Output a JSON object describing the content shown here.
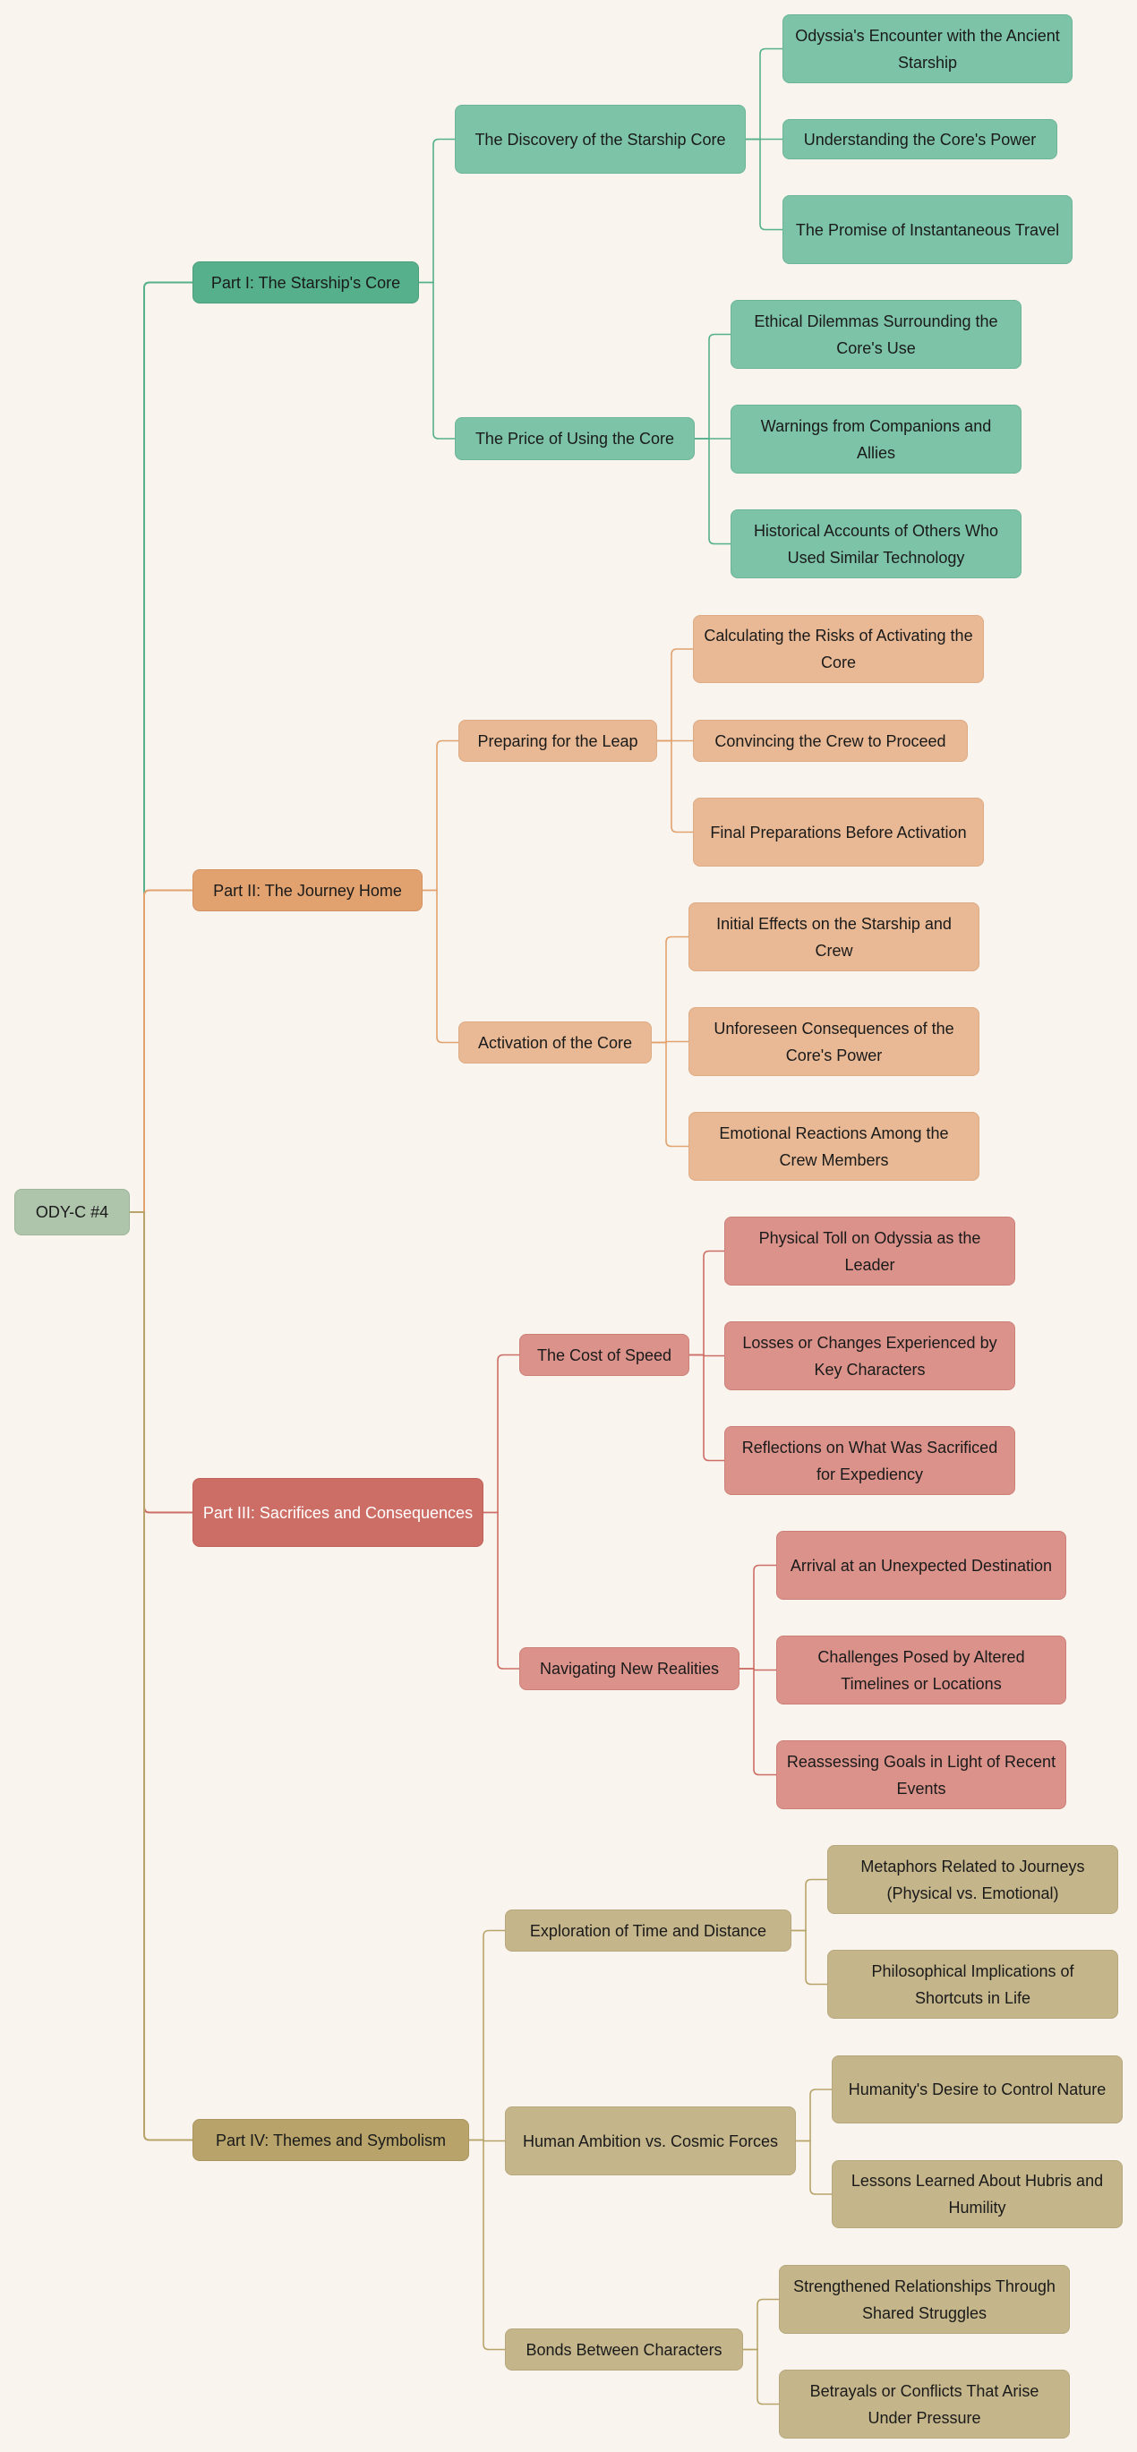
{
  "root": "ODY-C #4",
  "colors": {
    "green": "#55b08b",
    "orange": "#e1a26f",
    "red": "#cd6e66",
    "tan": "#b8a46a"
  },
  "parts": [
    {
      "label": "Part I: The Starship's Core",
      "children": [
        {
          "label": "The Discovery of the Starship Core",
          "children": [
            "Odyssia's Encounter with the Ancient Starship",
            "Understanding the Core's Power",
            "The Promise of Instantaneous Travel"
          ]
        },
        {
          "label": "The Price of Using the Core",
          "children": [
            "Ethical Dilemmas Surrounding the Core's Use",
            "Warnings from Companions and Allies",
            "Historical Accounts of Others Who Used Similar Technology"
          ]
        }
      ]
    },
    {
      "label": "Part II: The Journey Home",
      "children": [
        {
          "label": "Preparing for the Leap",
          "children": [
            "Calculating the Risks of Activating the Core",
            "Convincing the Crew to Proceed",
            "Final Preparations Before Activation"
          ]
        },
        {
          "label": "Activation of the Core",
          "children": [
            "Initial Effects on the Starship and Crew",
            "Unforeseen Consequences of the Core's Power",
            "Emotional Reactions Among the Crew Members"
          ]
        }
      ]
    },
    {
      "label": "Part III: Sacrifices and Consequences",
      "children": [
        {
          "label": "The Cost of Speed",
          "children": [
            "Physical Toll on Odyssia as the Leader",
            "Losses or Changes Experienced by Key Characters",
            "Reflections on What Was Sacrificed for Expediency"
          ]
        },
        {
          "label": "Navigating New Realities",
          "children": [
            "Arrival at an Unexpected Destination",
            "Challenges Posed by Altered Timelines or Locations",
            "Reassessing Goals in Light of Recent Events"
          ]
        }
      ]
    },
    {
      "label": "Part IV: Themes and Symbolism",
      "children": [
        {
          "label": "Exploration of Time and Distance",
          "children": [
            "Metaphors Related to Journeys (Physical vs. Emotional)",
            "Philosophical Implications of Shortcuts in Life"
          ]
        },
        {
          "label": "Human Ambition vs. Cosmic Forces",
          "children": [
            "Humanity's Desire to Control Nature",
            "Lessons Learned About Hubris and Humility"
          ]
        },
        {
          "label": "Bonds Between Characters",
          "children": [
            "Strengthened Relationships Through Shared Struggles",
            "Betrayals or Conflicts That Arise Under Pressure"
          ]
        }
      ]
    }
  ]
}
